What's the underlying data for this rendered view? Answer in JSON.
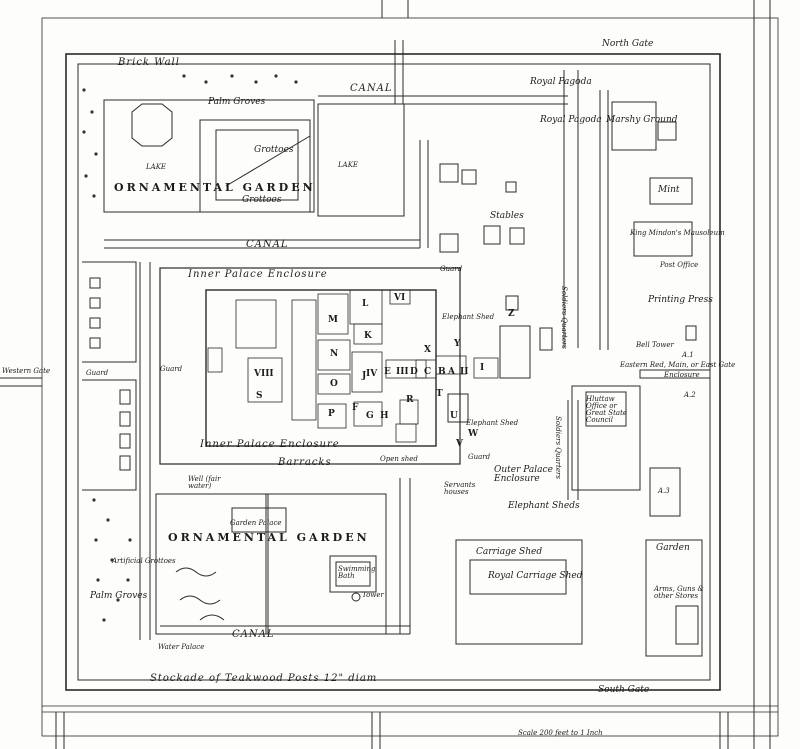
{
  "labels": {
    "north_gate": "North Gate",
    "south_gate": "South Gate",
    "brick_wall": "Brick Wall",
    "palm_groves_top": "Palm Groves",
    "palm_groves_left": "Palm Groves",
    "canal_top": "CANAL",
    "canal_mid": "CANAL",
    "canal_bottom": "CANAL",
    "lake_left": "LAKE",
    "lake_right": "LAKE",
    "grottoes_1": "Grottoes",
    "grottoes_2": "Grottoes",
    "ornamental_garden_top": "ORNAMENTAL GARDEN",
    "ornamental_garden_bottom": "ORNAMENTAL GARDEN",
    "royal_pagoda_1": "Royal Pagoda",
    "royal_pagoda_2": "Royal Pagoda",
    "marshy_ground": "Marshy Ground",
    "mint": "Mint",
    "mausoleum": "King Mindon's Mausoleum",
    "post_office": "Post Office",
    "printing_press": "Printing Press",
    "bell_tower": "Bell Tower",
    "east_gate": "Eastern Red, Main, or East Gate",
    "enclosure": "Enclosure",
    "stables": "Stables",
    "guard_1": "Guard",
    "guard_2": "Guard",
    "guard_3": "Guard",
    "guard_4": "Guard",
    "inner_palace_top": "Inner Palace Enclosure",
    "inner_palace_bottom": "Inner Palace Enclosure",
    "barracks": "Barracks",
    "elephant_shed_1": "Elephant Shed",
    "elephant_shed_2": "Elephant Shed",
    "soldiers_quarters_1": "Soldiers Quarters",
    "soldiers_quarters_2": "Soldiers Quarters",
    "hluttaw": "Hluttaw Office or Great State Council",
    "outer_palace": "Outer Palace Enclosure",
    "servants_houses": "Servants houses",
    "elephant_sheds": "Elephant Sheds",
    "open_shed": "Open shed",
    "well": "Well (fair water)",
    "garden_palace": "Garden Palace",
    "artificial_grottoes": "Artificial Grottoes",
    "swimming_bath": "Swimming Bath",
    "tower": "Tower",
    "carriage_shed": "Carriage Shed",
    "royal_carriage_shed": "Royal Carriage Shed",
    "garden_right": "Garden",
    "arms_stores": "Arms, Guns & other Stores",
    "water_palace": "Water Palace",
    "stockade": "Stockade of Teakwood Posts 12\" diam",
    "scale": "Scale 200 feet to 1 Inch",
    "western_gate": "Western Gate",
    "a1": "A.1",
    "a2": "A.2",
    "a3": "A.3"
  },
  "building_letters": [
    "L",
    "M",
    "K",
    "N",
    "J",
    "O",
    "P",
    "F",
    "G",
    "H",
    "R",
    "B",
    "C",
    "D",
    "E",
    "A",
    "I",
    "S",
    "T",
    "U",
    "V",
    "W",
    "X",
    "Y",
    "Z",
    "II",
    "III",
    "IV",
    "VI",
    "VIII"
  ]
}
